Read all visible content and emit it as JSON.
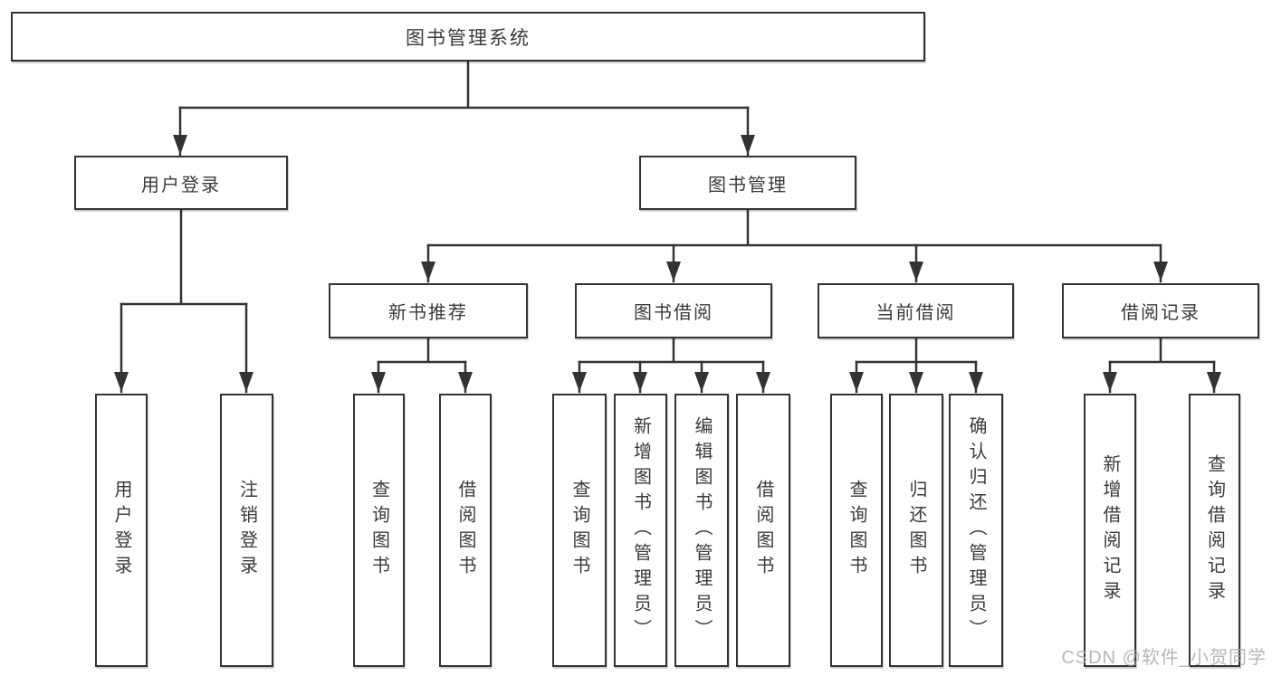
{
  "tree": {
    "root": "图书管理系统",
    "level2": [
      "用户登录",
      "图书管理"
    ],
    "level3": [
      "新书推荐",
      "图书借阅",
      "当前借阅",
      "借阅记录"
    ],
    "leaves": {
      "user_login": [
        "用户登录",
        "注销登录"
      ],
      "new_books": [
        "查询图书",
        "借阅图书"
      ],
      "book_borrow": [
        "查询图书",
        "新增图书（管理员）",
        "编辑图书（管理员）",
        "借阅图书"
      ],
      "current_borrow": [
        "查询图书",
        "归还图书",
        "确认归还（管理员）"
      ],
      "borrow_records": [
        "新增借阅记录",
        "查询借阅记录"
      ]
    }
  },
  "watermark": "CSDN @软件_小贺同学",
  "colors": {
    "line": "#333333",
    "box_border": "#333333",
    "text": "#3a3a3a",
    "watermark": "#b0b0b0",
    "background": "#ffffff"
  }
}
